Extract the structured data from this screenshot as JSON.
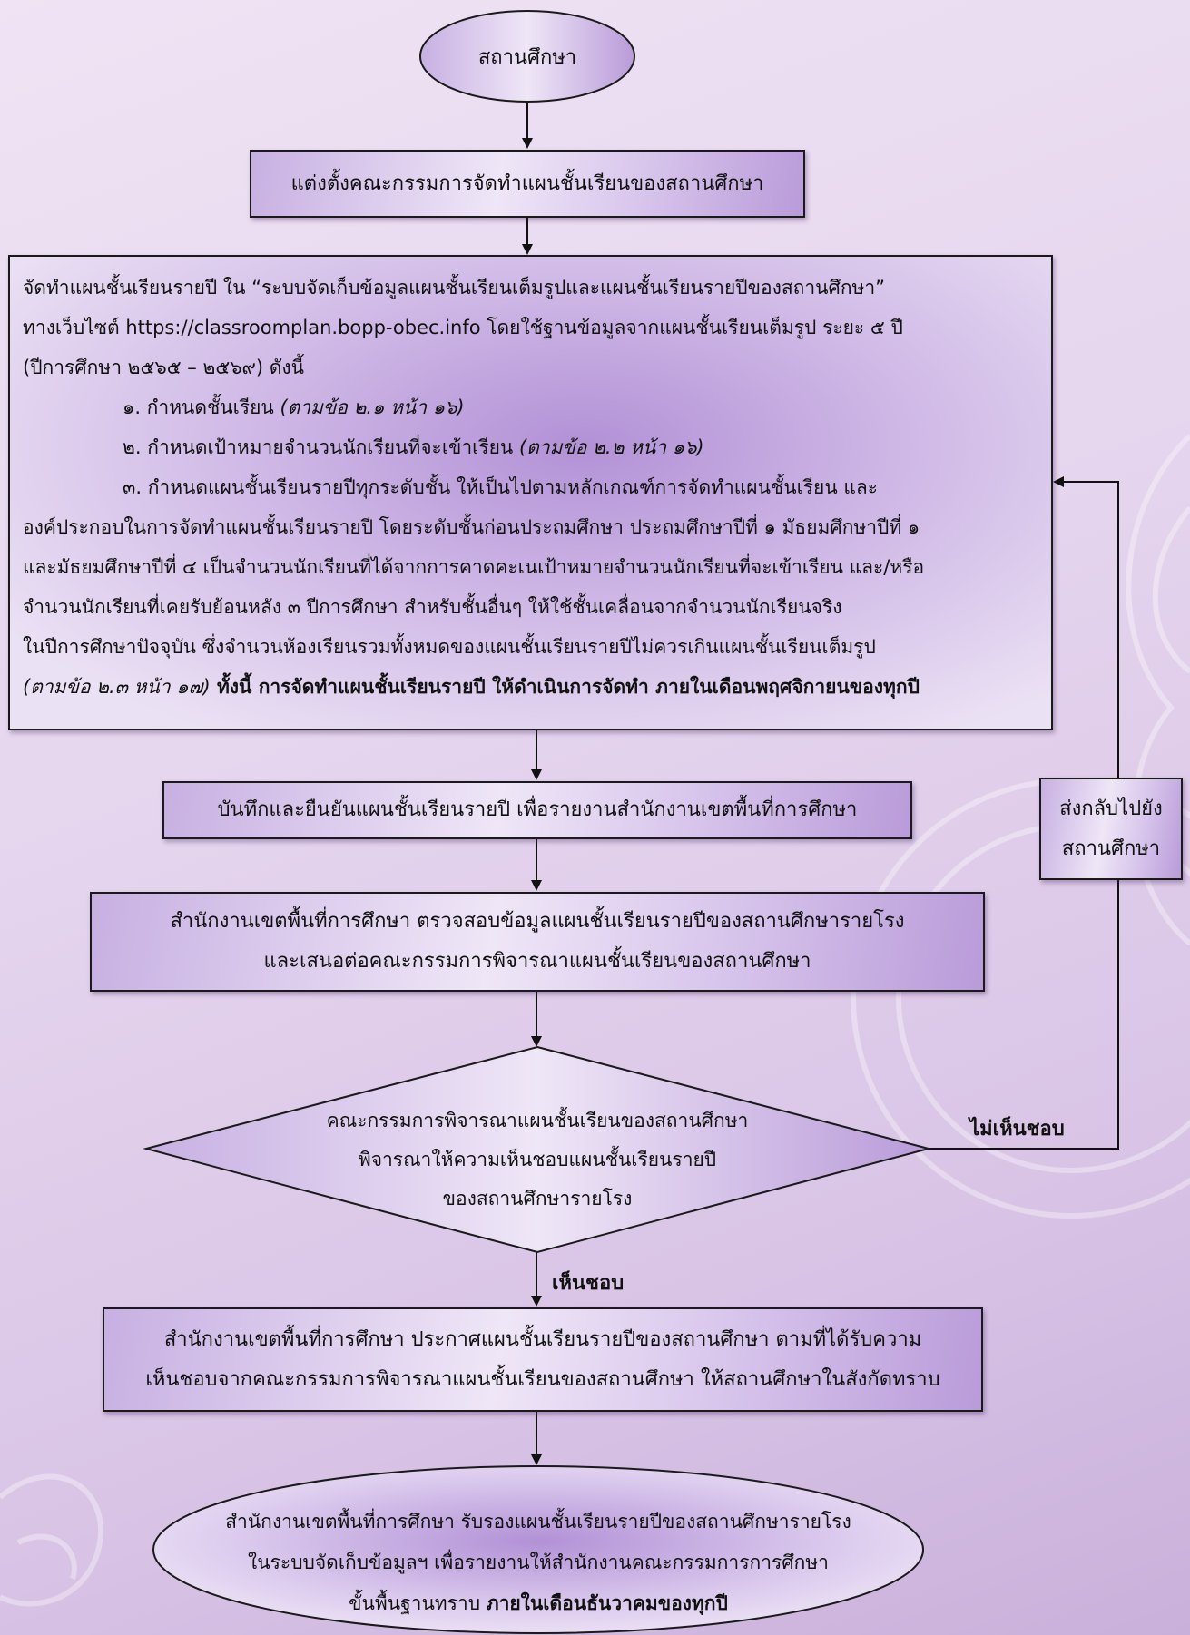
{
  "nodes": {
    "start": {
      "text": "สถานศึกษา"
    },
    "appoint": {
      "text": "แต่งตั้งคณะกรรมการจัดทำแผนชั้นเรียนของสถานศึกษา"
    },
    "prepare": {
      "line1": "จัดทำแผนชั้นเรียนรายปี ใน “ระบบจัดเก็บข้อมูลแผนชั้นเรียนเต็มรูปและแผนชั้นเรียนรายปีของสถานศึกษา”",
      "line2": "ทางเว็บไซต์ https://classroomplan.bopp-obec.info โดยใช้ฐานข้อมูลจากแผนชั้นเรียนเต็มรูป ระยะ ๕ ปี",
      "line3": "(ปีการศึกษา ๒๕๖๕ – ๒๕๖๙) ดังนี้",
      "item1": "๑. กำหนดชั้นเรียน ",
      "item1_ref": "(ตามข้อ ๒.๑ หน้า ๑๖)",
      "item2": "๒. กำหนดเป้าหมายจำนวนนักเรียนที่จะเข้าเรียน ",
      "item2_ref": "(ตามข้อ ๒.๒ หน้า ๑๖)",
      "item3_line1": "๓. กำหนดแผนชั้นเรียนรายปีทุกระดับชั้น ให้เป็นไปตามหลักเกณฑ์การจัดทำแผนชั้นเรียน และ",
      "item3_line2": "องค์ประกอบในการจัดทำแผนชั้นเรียนรายปี โดยระดับชั้นก่อนประถมศึกษา ประถมศึกษาปีที่ ๑ มัธยมศึกษาปีที่ ๑",
      "item3_line3": "และมัธยมศึกษาปีที่ ๔ เป็นจำนวนนักเรียนที่ได้จากการคาดคะเนเป้าหมายจำนวนนักเรียนที่จะเข้าเรียน และ/หรือ",
      "item3_line4": "จำนวนนักเรียนที่เคยรับย้อนหลัง ๓ ปีการศึกษา สำหรับชั้นอื่นๆ ให้ใช้ชั้นเคลื่อนจากจำนวนนักเรียนจริง",
      "item3_line5": "ในปีการศึกษาปัจจุบัน ซึ่งจำนวนห้องเรียนรวมทั้งหมดของแผนชั้นเรียนรายปีไม่ควรเกินแผนชั้นเรียนเต็มรูป",
      "item3_ref": "(ตามข้อ ๒.๓ หน้า ๑๗)",
      "item3_bold": " ทั้งนี้ การจัดทำแผนชั้นเรียนรายปี ให้ดำเนินการจัดทำ ภายในเดือนพฤศจิกายนของทุกปี"
    },
    "record": {
      "text": "บันทึกและยืนยันแผนชั้นเรียนรายปี เพื่อรายงานสำนักงานเขตพื้นที่การศึกษา"
    },
    "check": {
      "line1": "สำนักงานเขตพื้นที่การศึกษา ตรวจสอบข้อมูลแผนชั้นเรียนรายปีของสถานศึกษารายโรง",
      "line2": "และเสนอต่อคณะกรรมการพิจารณาแผนชั้นเรียนของสถานศึกษา"
    },
    "decision": {
      "line1": "คณะกรรมการพิจารณาแผนชั้นเรียนของสถานศึกษา",
      "line2": "พิจารณาให้ความเห็นชอบแผนชั้นเรียนรายปี",
      "line3": "ของสถานศึกษารายโรง"
    },
    "announce": {
      "line1": "สำนักงานเขตพื้นที่การศึกษา ประกาศแผนชั้นเรียนรายปีของสถานศึกษา ตามที่ได้รับความ",
      "line2": "เห็นชอบจากคณะกรรมการพิจารณาแผนชั้นเรียนของสถานศึกษา ให้สถานศึกษาในสังกัดทราบ"
    },
    "certify": {
      "line1": "สำนักงานเขตพื้นที่การศึกษา รับรองแผนชั้นเรียนรายปีของสถานศึกษารายโรง",
      "line2": "ในระบบจัดเก็บข้อมูลฯ เพื่อรายงานให้สำนักงานคณะกรรมการการศึกษา",
      "line3_prefix": "ขั้นพื้นฐานทราบ ",
      "line3_bold": "ภายในเดือนธันวาคมของทุกปี"
    },
    "return": {
      "line1": "ส่งกลับไปยัง",
      "line2": "สถานศึกษา"
    }
  },
  "edges": {
    "reject_label": "ไม่เห็นชอบ",
    "approve_label": "เห็นชอบ"
  },
  "colors": {
    "node_fill_light": "#efe6f7",
    "node_fill_dark": "#b99bd9",
    "border": "#1a1a1a",
    "background": "#e6d6ee"
  }
}
